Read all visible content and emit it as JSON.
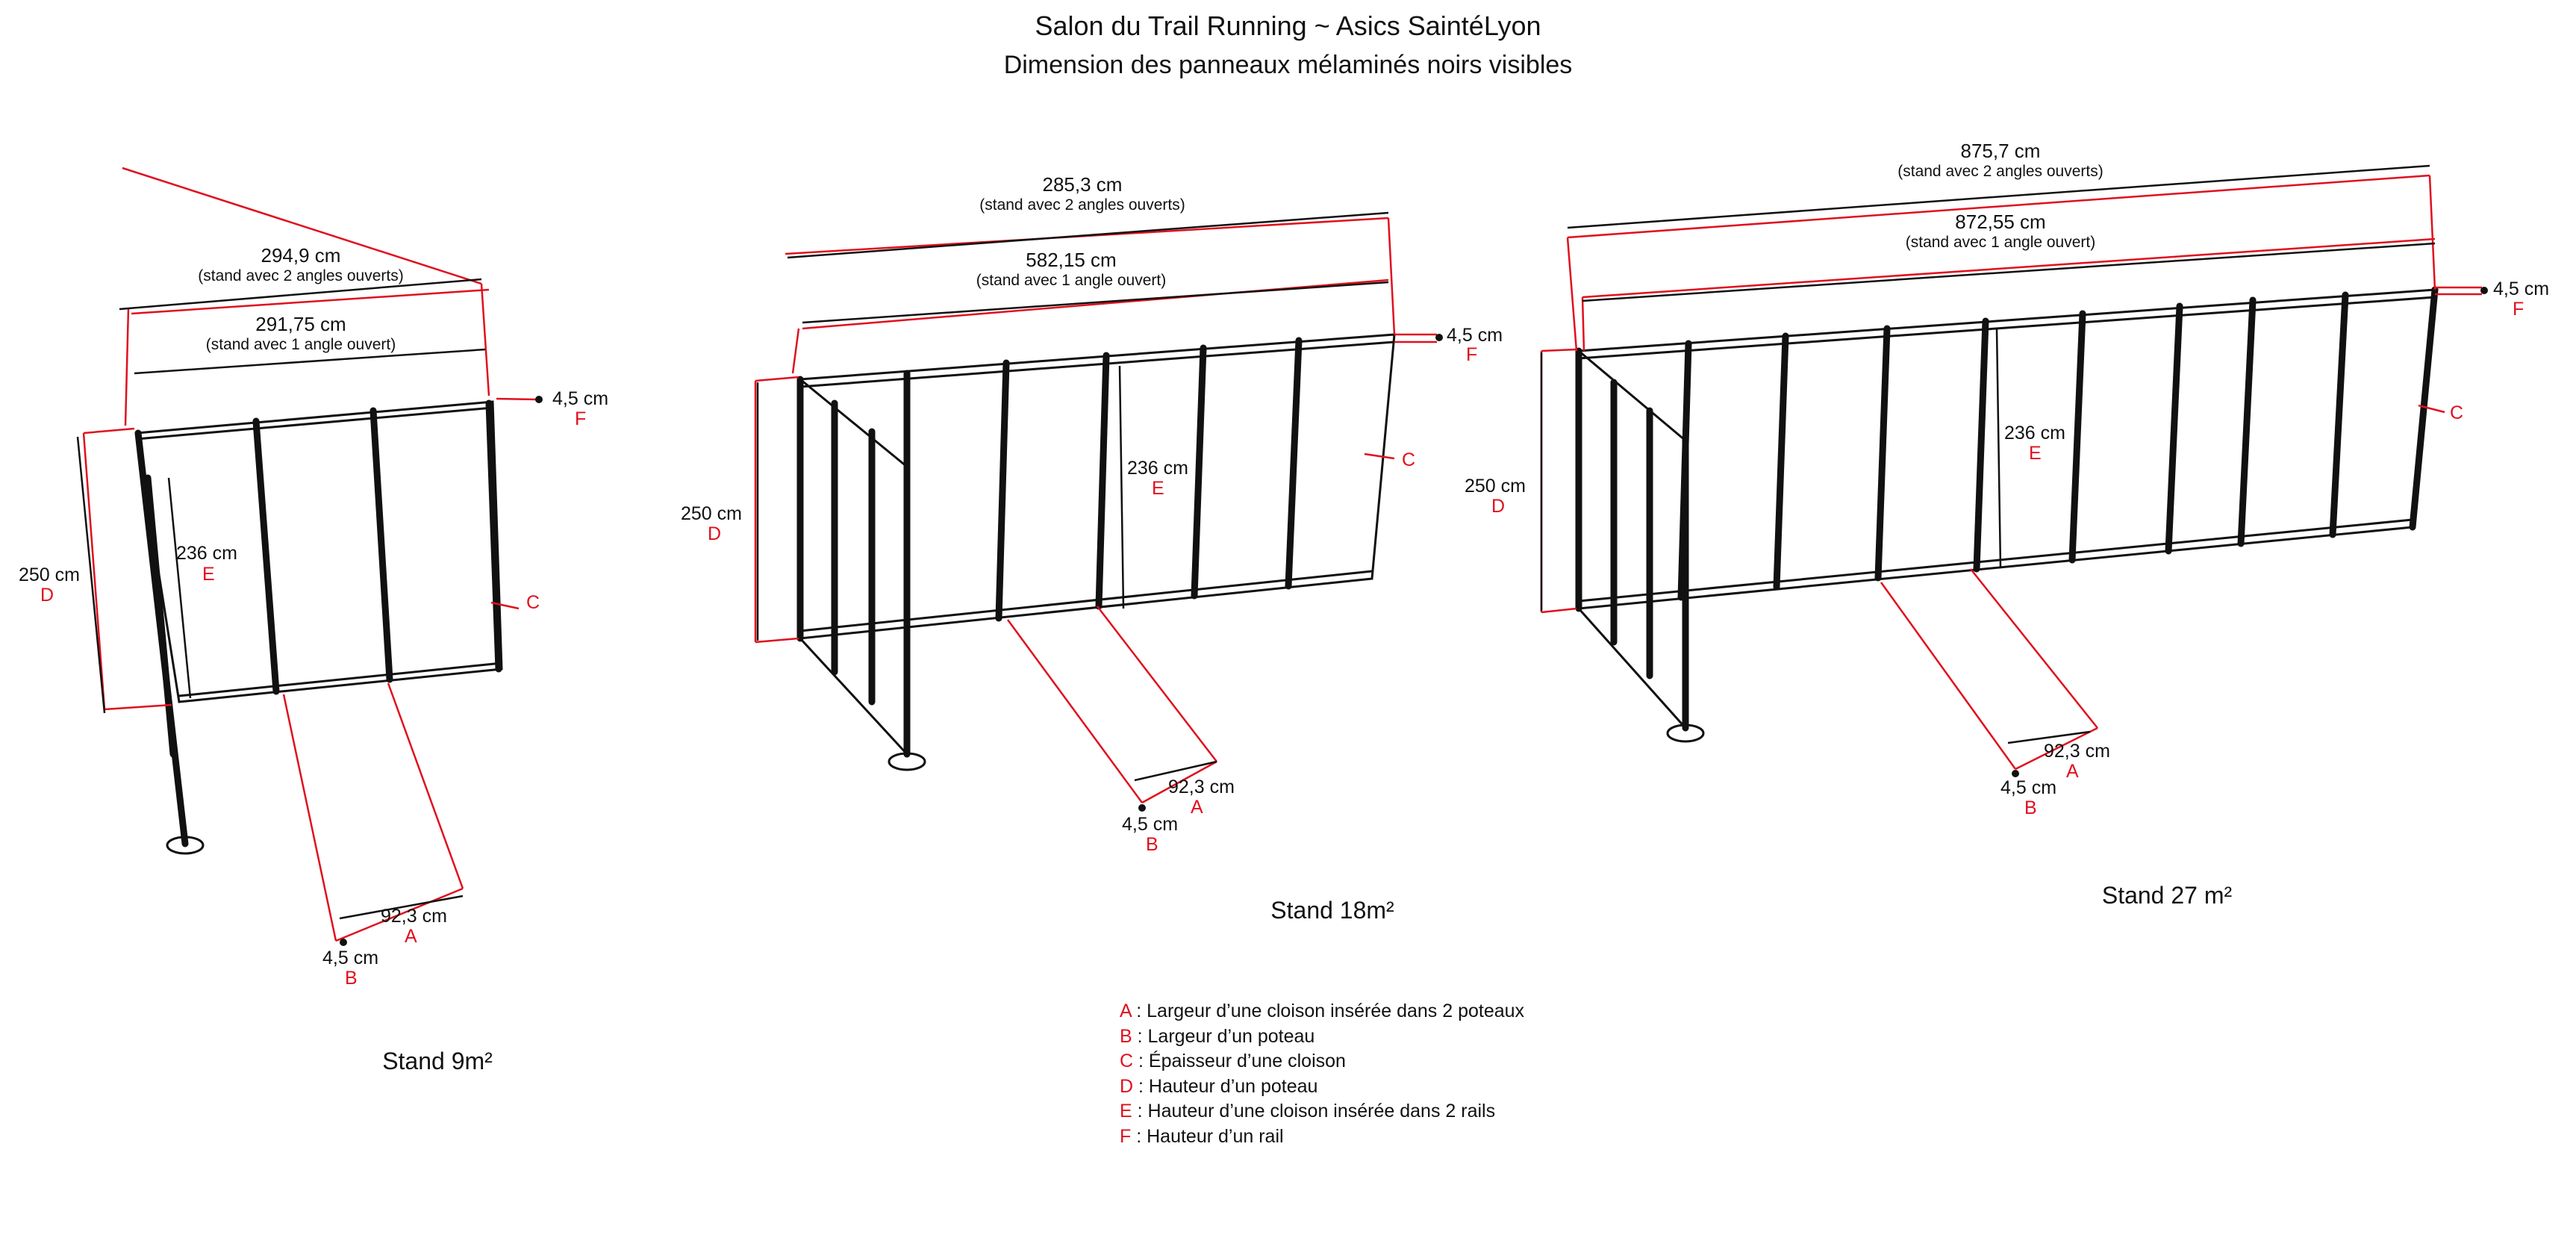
{
  "title": "Salon du Trail Running ~ Asics SaintéLyon",
  "subtitle": "Dimension des panneaux mélaminés noirs visibles",
  "stands": [
    {
      "name": "Stand 9m²",
      "total_width": "294,9 cm",
      "total_note": "(stand avec 2 angles ouverts)",
      "inner_width": "291,75 cm",
      "inner_note": "(stand avec 1 angle ouvert)",
      "rail": "4,5 cm",
      "rail_key": "F",
      "height_post": "250 cm",
      "height_post_key": "D",
      "height_panel": "236 cm",
      "height_panel_key": "E",
      "thickness_key": "C",
      "panel_width": "92,3 cm",
      "panel_width_key": "A",
      "post_width": "4,5 cm",
      "post_width_key": "B"
    },
    {
      "name": "Stand 18m²",
      "total_width": "285,3 cm",
      "total_note": "(stand avec 2 angles ouverts)",
      "inner_width": "582,15 cm",
      "inner_note": "(stand avec 1 angle ouvert)",
      "rail": "4,5 cm",
      "rail_key": "F",
      "height_post": "250 cm",
      "height_post_key": "D",
      "height_panel": "236 cm",
      "height_panel_key": "E",
      "thickness_key": "C",
      "panel_width": "92,3 cm",
      "panel_width_key": "A",
      "post_width": "4,5 cm",
      "post_width_key": "B"
    },
    {
      "name": "Stand 27 m²",
      "total_width": "875,7 cm",
      "total_note": "(stand avec 2 angles ouverts)",
      "inner_width": "872,55 cm",
      "inner_note": "(stand avec 1 angle ouvert)",
      "rail": "4,5 cm",
      "rail_key": "F",
      "height_post": "250 cm",
      "height_post_key": "D",
      "height_panel": "236 cm",
      "height_panel_key": "E",
      "thickness_key": "C",
      "panel_width": "92,3 cm",
      "panel_width_key": "A",
      "post_width": "4,5 cm",
      "post_width_key": "B"
    }
  ],
  "legend": [
    {
      "key": "A",
      "text": " : Largeur d’une cloison insérée dans 2 poteaux"
    },
    {
      "key": "B",
      "text": " : Largeur d’un poteau"
    },
    {
      "key": "C",
      "text": " : Épaisseur d’une cloison"
    },
    {
      "key": "D",
      "text": " : Hauteur d’un poteau"
    },
    {
      "key": "E",
      "text": " : Hauteur d’une cloison insérée dans 2 rails"
    },
    {
      "key": "F",
      "text": " : Hauteur d’un rail"
    }
  ],
  "colors": {
    "annotation": "#e0101e",
    "structure": "#111111"
  }
}
